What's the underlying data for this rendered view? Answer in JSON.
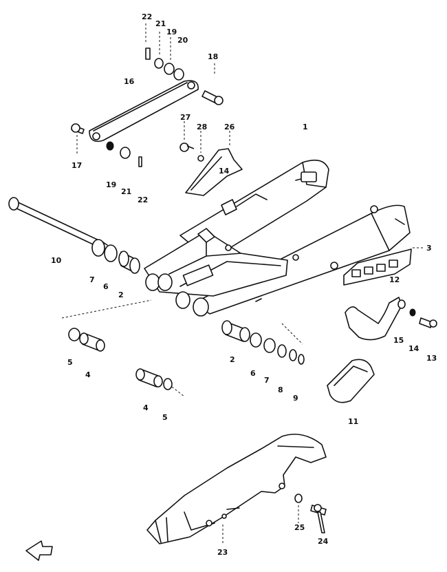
{
  "callouts": {
    "c1": "1",
    "c2a": "2",
    "c2b": "2",
    "c3": "3",
    "c4a": "4",
    "c4b": "4",
    "c5a": "5",
    "c5b": "5",
    "c6a": "6",
    "c6b": "6",
    "c7a": "7",
    "c7b": "7",
    "c8": "8",
    "c9": "9",
    "c10": "10",
    "c11": "11",
    "c12": "12",
    "c13": "13",
    "c14": "14",
    "c15": "15",
    "c16": "16",
    "c17": "17",
    "c18": "18",
    "c19a": "19",
    "c19b": "19",
    "c20": "20",
    "c21a": "21",
    "c21b": "21",
    "c22a": "22",
    "c22b": "22",
    "c23": "23",
    "c24": "24",
    "c25": "25",
    "c26": "26",
    "c27": "27",
    "c28": "28"
  },
  "colors": {
    "ink": "#111111",
    "paper": "#ffffff"
  },
  "icons": {
    "direction_arrow": "front-arrow-icon"
  }
}
